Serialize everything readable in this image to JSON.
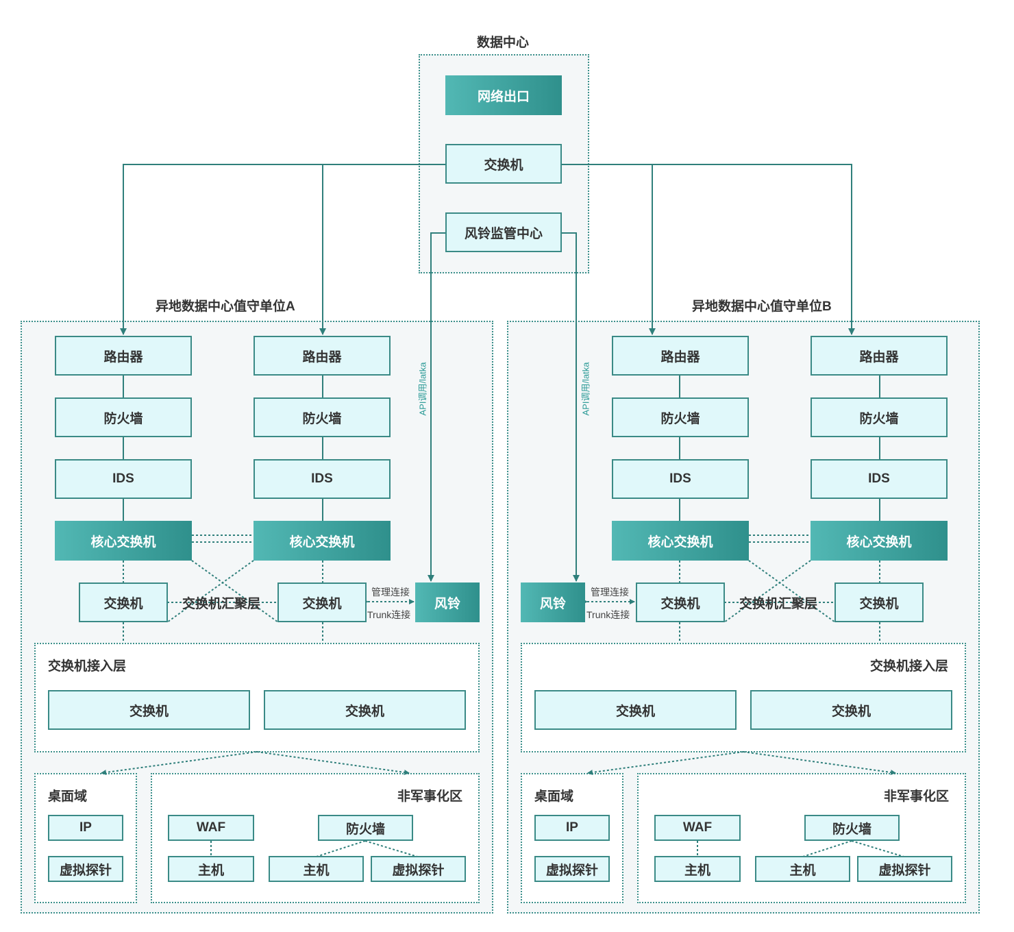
{
  "colors": {
    "line": "#2f7f7b",
    "box_fill": "#e0f8fa",
    "box_border": "#3a8a86",
    "dark_fill": "#3aa6a2",
    "api_text": "#2a9a96"
  },
  "datacenter": {
    "title": "数据中心",
    "egress": "网络出口",
    "switch": "交换机",
    "fengling_center": "风铃监管中心"
  },
  "api_label": "API调用/latka",
  "site_a": {
    "title": "异地数据中心值守单位A",
    "chains": [
      {
        "router": "路由器",
        "firewall": "防火墙",
        "ids": "IDS",
        "core": "核心交换机",
        "switch": "交换机"
      },
      {
        "router": "路由器",
        "firewall": "防火墙",
        "ids": "IDS",
        "core": "核心交换机",
        "switch": "交换机"
      }
    ],
    "aggregation_label": "交换机汇聚层",
    "fengling": "风铃",
    "mgmt_link": "管理连接",
    "trunk_link": "Trunk连接",
    "access_layer": {
      "title": "交换机接入层",
      "switches": [
        "交换机",
        "交换机"
      ]
    },
    "desktop": {
      "title": "桌面域",
      "items": [
        "IP",
        "虚拟探针"
      ]
    },
    "dmz": {
      "title": "非军事化区",
      "waf": "WAF",
      "waf_host": "主机",
      "firewall": "防火墙",
      "host": "主机",
      "probe": "虚拟探针"
    }
  },
  "site_b": {
    "title": "异地数据中心值守单位B",
    "chains": [
      {
        "router": "路由器",
        "firewall": "防火墙",
        "ids": "IDS",
        "core": "核心交换机",
        "switch": "交换机"
      },
      {
        "router": "路由器",
        "firewall": "防火墙",
        "ids": "IDS",
        "core": "核心交换机",
        "switch": "交换机"
      }
    ],
    "aggregation_label": "交换机汇聚层",
    "fengling": "风铃",
    "mgmt_link": "管理连接",
    "trunk_link": "Trunk连接",
    "access_layer": {
      "title": "交换机接入层",
      "switches": [
        "交换机",
        "交换机"
      ]
    },
    "desktop": {
      "title": "桌面域",
      "items": [
        "IP",
        "虚拟探针"
      ]
    },
    "dmz": {
      "title": "非军事化区",
      "waf": "WAF",
      "waf_host": "主机",
      "firewall": "防火墙",
      "host": "主机",
      "probe": "虚拟探针"
    }
  }
}
